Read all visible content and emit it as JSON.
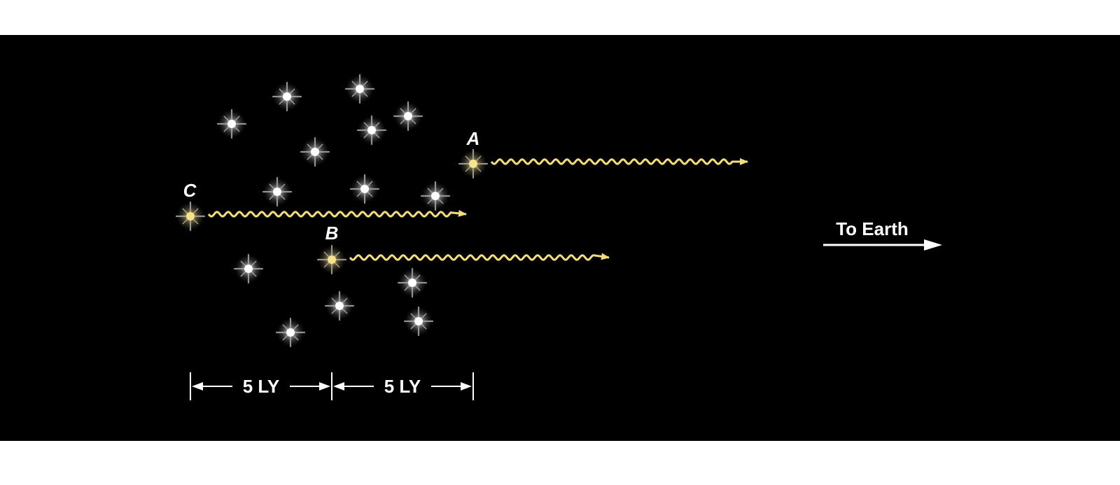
{
  "diagram": {
    "background_color": "#000000",
    "page_color": "#ffffff",
    "light_color": "#f3dc7a",
    "source_star_color": "#f7e38c",
    "cluster_star_color": "#ffffff",
    "source_stars": [
      {
        "id": "A",
        "label": "A"
      },
      {
        "id": "B",
        "label": "B"
      },
      {
        "id": "C",
        "label": "C"
      }
    ],
    "scale": [
      {
        "label": "5 LY"
      },
      {
        "label": "5 LY"
      }
    ],
    "direction": {
      "label": "To Earth"
    }
  }
}
